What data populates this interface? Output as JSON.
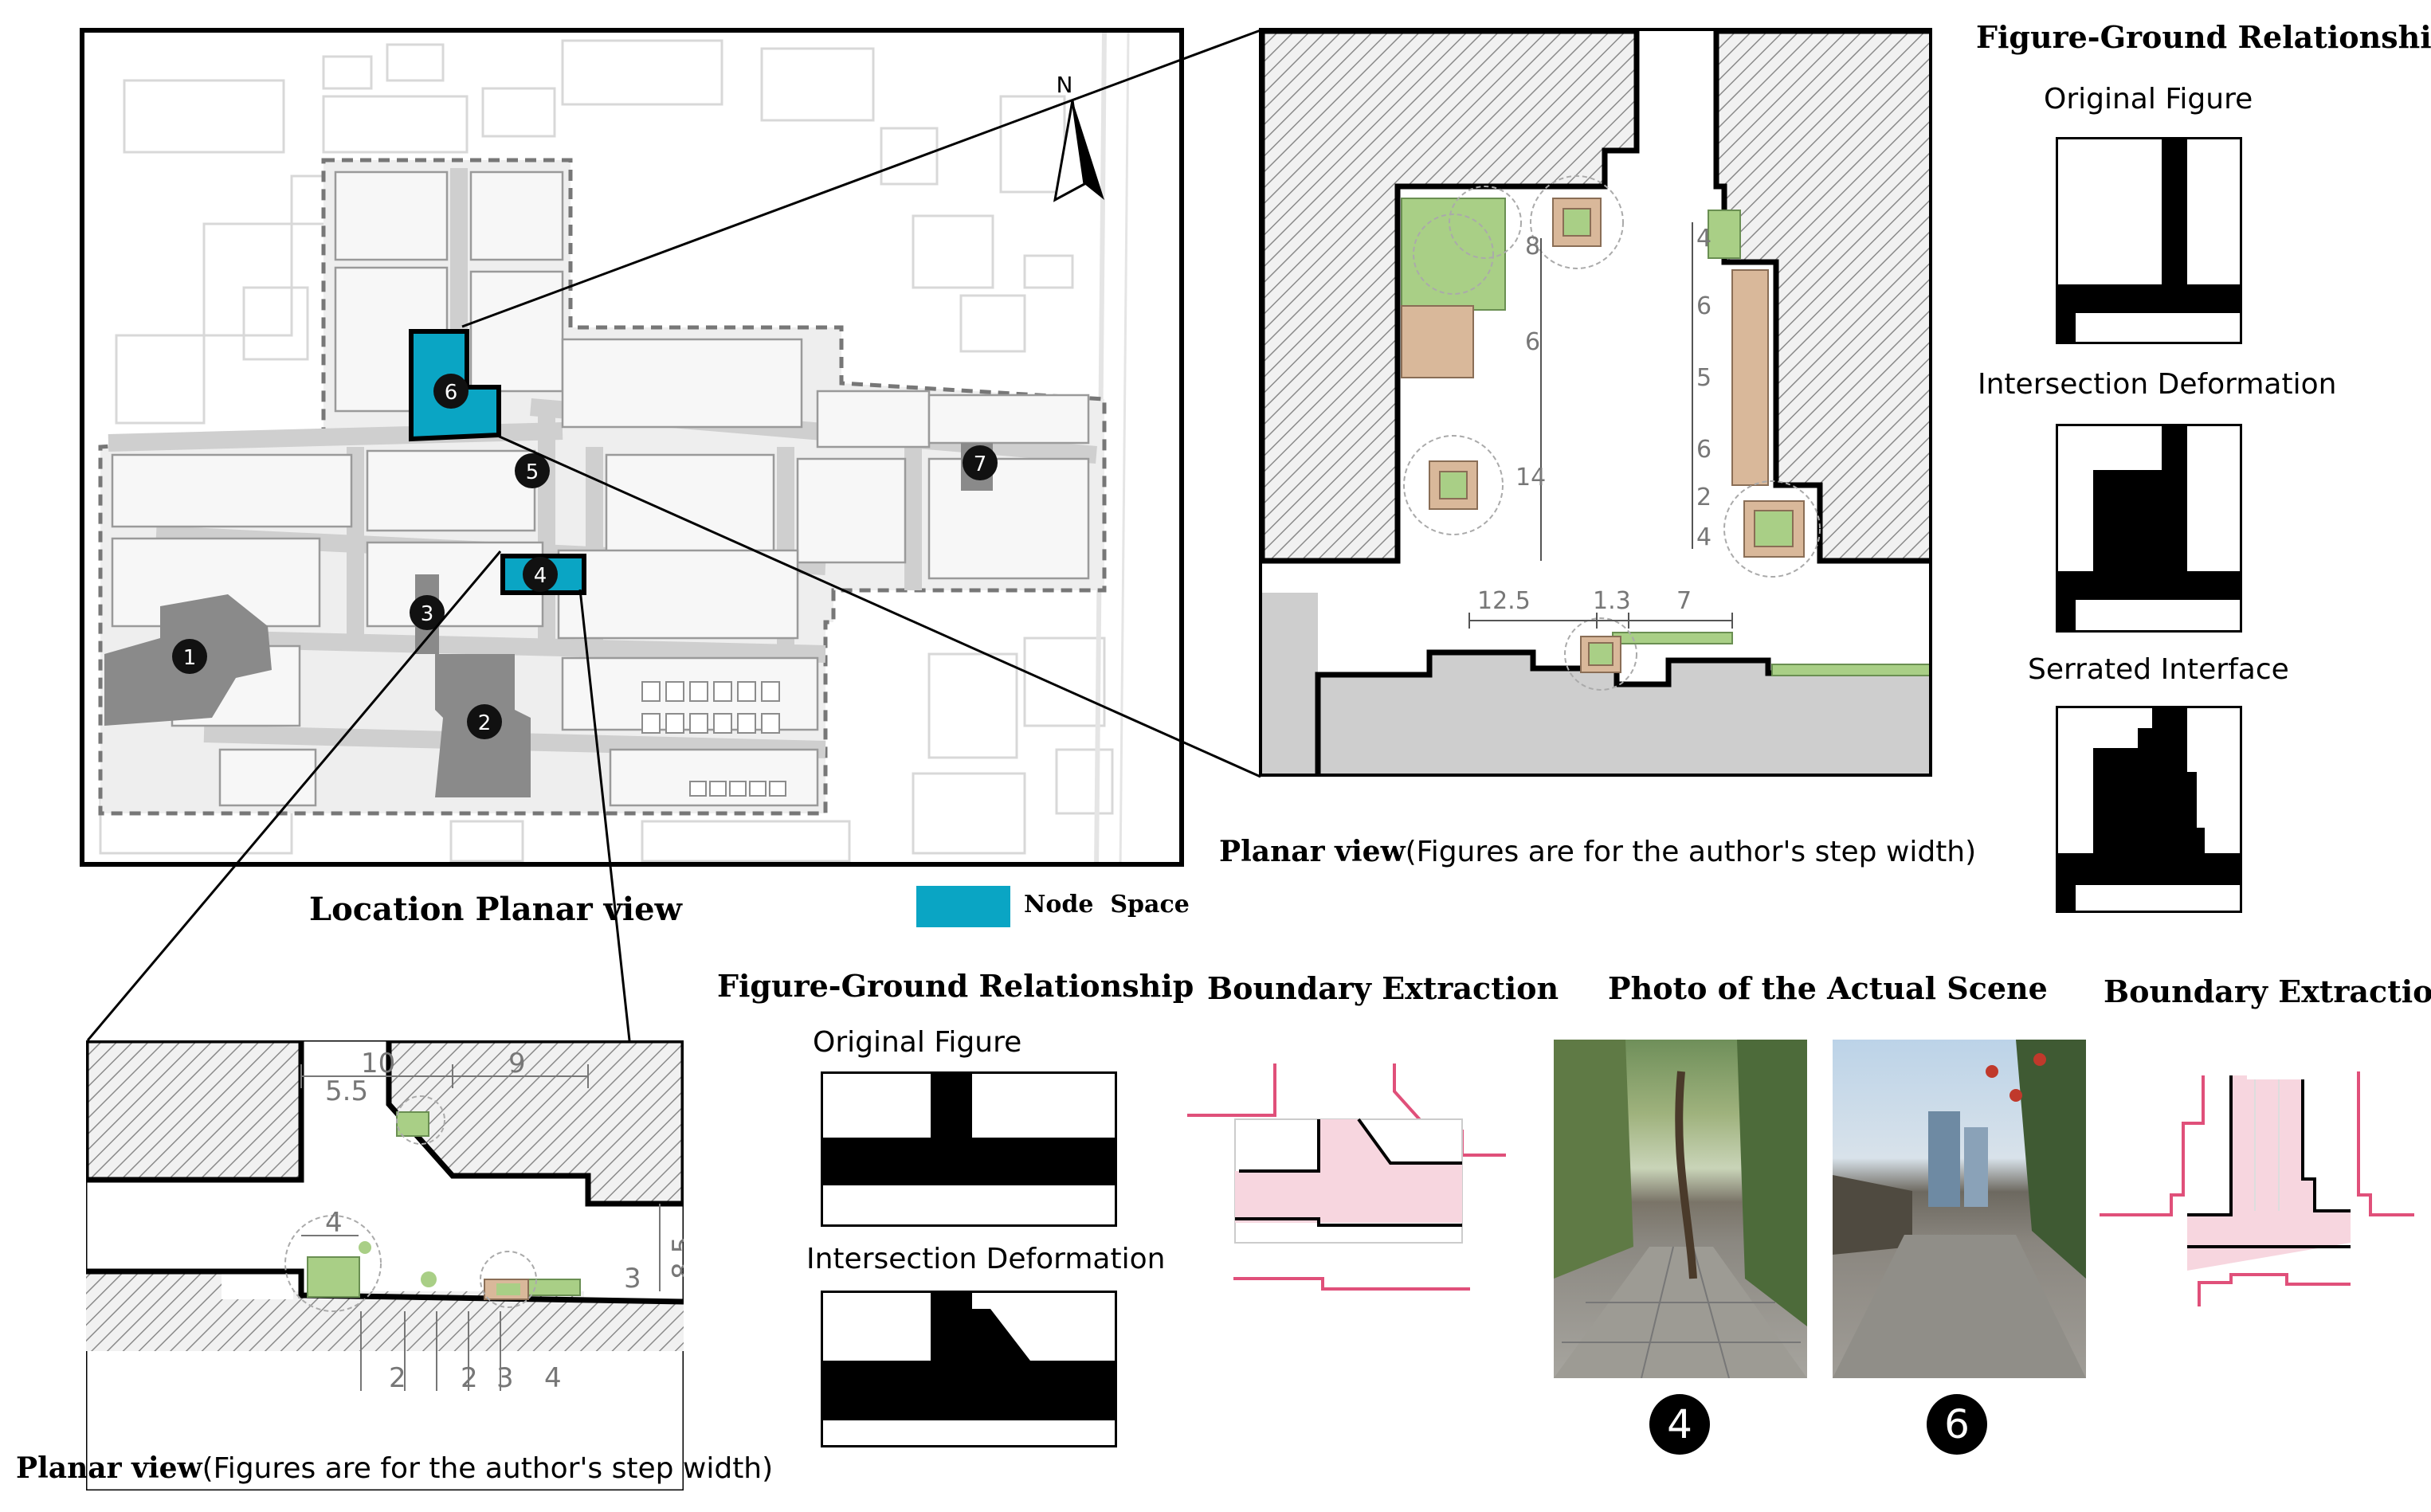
{
  "location_map": {
    "title": "Location Planar view",
    "north_label": "N",
    "nodes": [
      "1",
      "2",
      "3",
      "4",
      "5",
      "6",
      "7"
    ],
    "legend": {
      "label": "Node  Space",
      "color": "#0aa5c4"
    }
  },
  "node6_panel": {
    "caption_bold": "Planar view",
    "caption_rest": "(Figures are for the author's step width)",
    "dims_vertical_left": [
      "8",
      "6",
      "14"
    ],
    "dims_vertical_right": [
      "4",
      "6",
      "5",
      "6",
      "2",
      "4"
    ],
    "dims_horizontal": [
      "12.5",
      "1.3",
      "7"
    ],
    "fg_title": "Figure-Ground Relationship",
    "fg_labels": [
      "Original Figure",
      "Intersection Deformation",
      "Serrated Interface"
    ],
    "boundary_title": "Boundary Extraction"
  },
  "node4_panel": {
    "caption_bold": "Planar view",
    "caption_rest": "(Figures are for the author's step width)",
    "dims_top": [
      "10",
      "9"
    ],
    "dim_55": "5.5",
    "dim_4": "4",
    "dim_3": "3",
    "dim_85": "8.5",
    "dims_bottom": [
      "2",
      "2",
      "3",
      "4"
    ],
    "fg_title": "Figure-Ground Relationship",
    "fg_labels": [
      "Original Figure",
      "Intersection Deformation"
    ],
    "boundary_title": "Boundary Extraction"
  },
  "photos": {
    "title": "Photo of the Actual Scene",
    "labels": [
      "4",
      "6"
    ]
  },
  "colors": {
    "node": "#0aa5c4",
    "green": "#a9cf86",
    "tan": "#d9b89a",
    "pink": "#f7d6df",
    "pinkline": "#e0507a",
    "gray": "#8a8a8a"
  }
}
